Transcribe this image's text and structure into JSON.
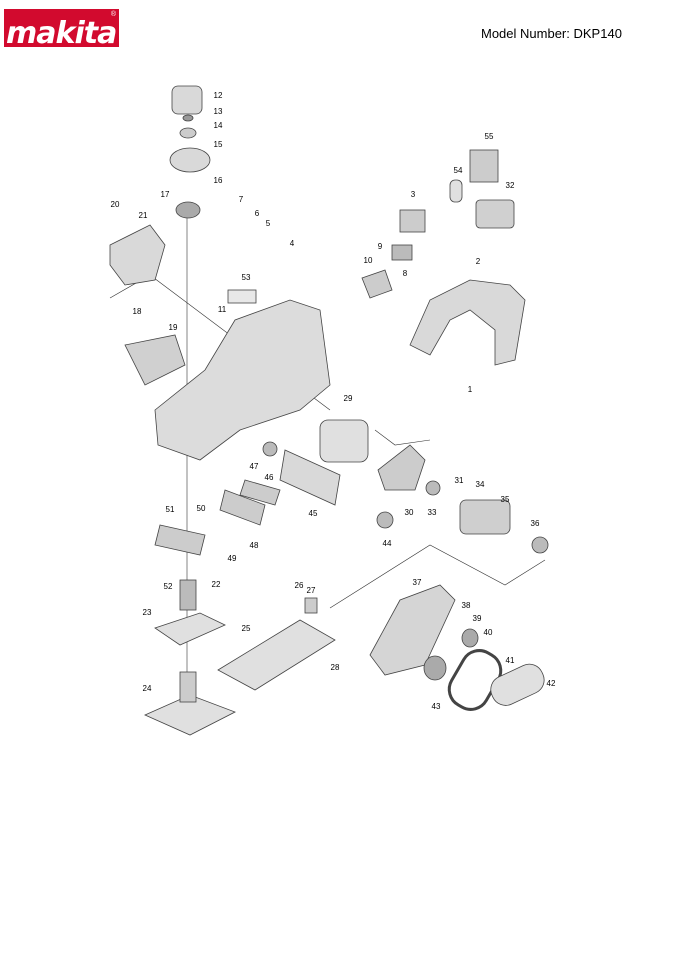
{
  "header": {
    "brand_logo": "makita",
    "model_label": "Model Number:",
    "model_number": "DKP140"
  },
  "diagram": {
    "title": "Exploded parts view",
    "part_numbers": [
      "1",
      "2",
      "3",
      "4",
      "5",
      "6",
      "7",
      "8",
      "9",
      "10",
      "11",
      "12",
      "13",
      "14",
      "15",
      "16",
      "17",
      "18",
      "19",
      "20",
      "21",
      "22",
      "23",
      "24",
      "25",
      "26",
      "27",
      "28",
      "29",
      "30",
      "31",
      "32",
      "33",
      "34",
      "35",
      "36",
      "37",
      "38",
      "39",
      "40",
      "41",
      "42",
      "43",
      "44",
      "45",
      "46",
      "47",
      "48",
      "49",
      "50",
      "51",
      "52",
      "53",
      "54",
      "55"
    ]
  },
  "colors": {
    "brand": "#d20a2e",
    "part_fill": "#d9d9d9",
    "part_dark": "#8a8a8a",
    "line": "#333333"
  }
}
